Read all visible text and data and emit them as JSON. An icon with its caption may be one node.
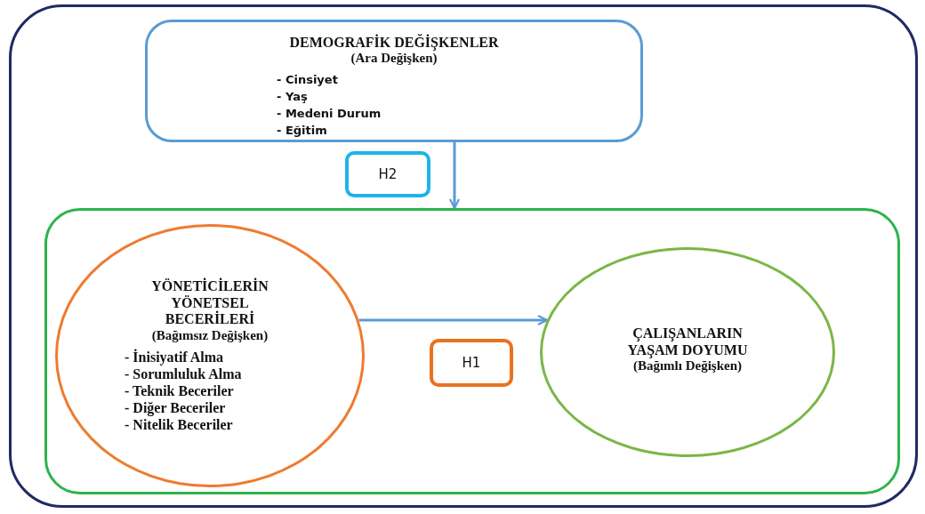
{
  "diagram": {
    "nodes": [
      {
        "text": [],
        "shape": "box"
      },
      {
        "text": [
          "DEMOGRAFİK DEĞİŞKENLER",
          "(Ara Değişken)",
          "- Cinsiyet",
          "- Yaş",
          "- Medeni Durum",
          "- Eğitim"
        ],
        "in": 0
      },
      {
        "text": [
          "H2"
        ],
        "in": 0
      },
      {
        "text": [],
        "shape": "box",
        "in": 0
      },
      {
        "text": [
          "YÖNETİCİLERİN YÖNETSEL BECERİLERİ",
          "(Bağımsız Değişken)",
          "- İnisiyatif Alma",
          "- Sorumluluk Alma",
          "- Teknik Beceriler",
          "- Diğer Beceriler",
          "- Nitelik Beceriler"
        ],
        "in": 3
      },
      {
        "text": [
          "H1"
        ],
        "in": 3
      },
      {
        "text": [
          "ÇALIŞANLARIN YAŞAM DOYUMU",
          "(Bağımlı Değişken)"
        ],
        "in": 3
      }
    ],
    "edges": [
      {
        "from": 1,
        "to": 3,
        "arrow": "to"
      },
      {
        "from": 4,
        "to": 6,
        "arrow": "to"
      }
    ]
  }
}
